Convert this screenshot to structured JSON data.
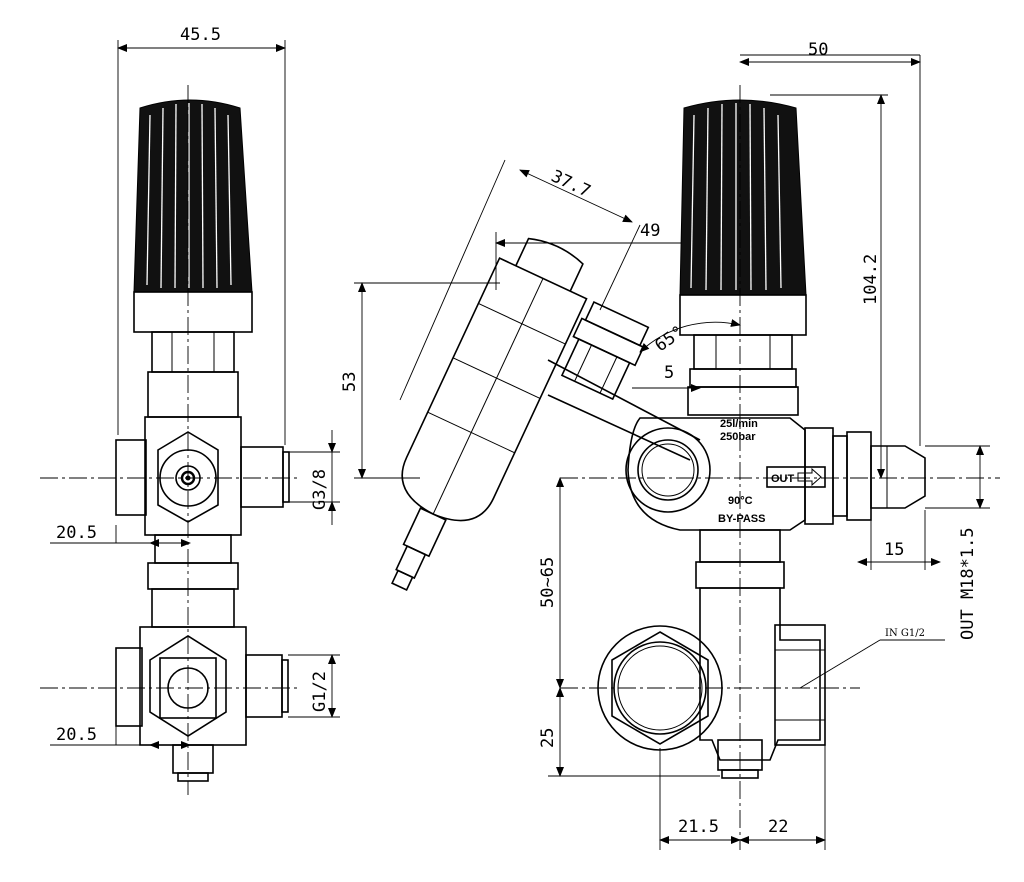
{
  "dimensions": {
    "front_width": "45.5",
    "top_width": "50",
    "height_total": "104.2",
    "arm_length": "37.7",
    "arm_reach": "49",
    "arm_height": "53",
    "angle": "65°",
    "offset_small": "5",
    "g38": "G3/8",
    "g12": "G1/2",
    "left_offset_upper": "20.5",
    "left_offset_lower": "20.5",
    "out_length": "15",
    "out_thread": "OUT M18*1.5",
    "inlet_range": "50~65",
    "base_height": "25",
    "bottom_left": "21.5",
    "bottom_right": "22",
    "inlet_label": "IN G1/2"
  },
  "body_markings": {
    "flow": "25l/min",
    "pressure": "250bar",
    "out": "OUT",
    "temperature": "90°C",
    "bypass": "BY-PASS"
  }
}
